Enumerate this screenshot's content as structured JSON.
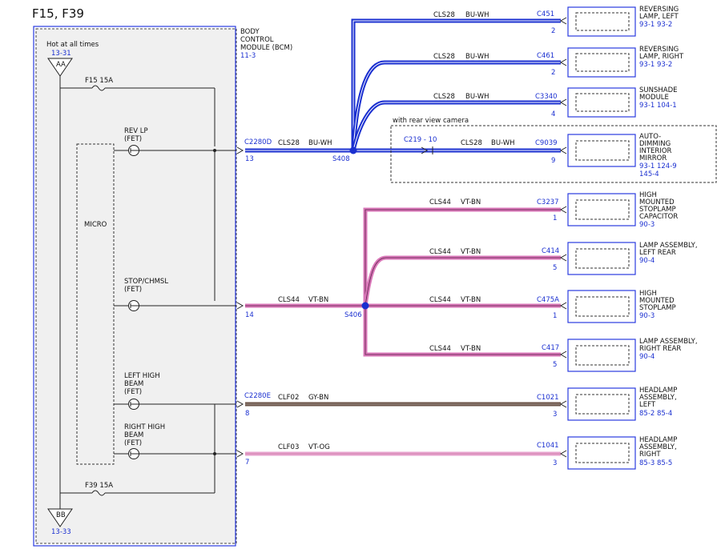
{
  "title": "F15, F39",
  "bcm": {
    "label_1": "BODY",
    "label_2": "CONTROL",
    "label_3": "MODULE (BCM)",
    "page": "11-3",
    "hot_label": "Hot at all times",
    "hot_ref": "13-31",
    "aa": "AA",
    "bb": "BB",
    "bb_ref": "13-33",
    "micro": "MICRO",
    "fuse_top": "F15  15A",
    "fuse_bottom": "F39  15A",
    "fet_rev_1": "REV LP",
    "fet_rev_2": "(FET)",
    "fet_stop_1": "STOP/CHMSL",
    "fet_stop_2": "(FET)",
    "fet_lh_1": "LEFT HIGH",
    "fet_lh_2": "BEAM",
    "fet_lh_3": "(FET)",
    "fet_rh_1": "RIGHT HIGH",
    "fet_rh_2": "BEAM",
    "fet_rh_3": "(FET)"
  },
  "connectors": {
    "c2280d": "C2280D",
    "c2280e": "C2280E",
    "pin13": "13",
    "pin14": "14",
    "pin8": "8",
    "pin7": "7"
  },
  "splices": {
    "s408": "S408",
    "s406": "S406"
  },
  "camera_box": {
    "label": "with rear view camera",
    "inline": "C219 - 10"
  },
  "circuits": [
    {
      "code": "CLS28",
      "color": "BU-WH"
    },
    {
      "code": "CLS44",
      "color": "VT-BN"
    },
    {
      "code": "CLF02",
      "color": "GY-BN"
    },
    {
      "code": "CLF03",
      "color": "VT-OG"
    }
  ],
  "components": [
    {
      "conn": "C451",
      "pin": "2",
      "lines": [
        "REVERSING",
        "LAMP, LEFT"
      ],
      "refs": "93-1   93-2",
      "refs2": ""
    },
    {
      "conn": "C461",
      "pin": "2",
      "lines": [
        "REVERSING",
        "LAMP, RIGHT"
      ],
      "refs": "93-1   93-2",
      "refs2": ""
    },
    {
      "conn": "C3340",
      "pin": "4",
      "lines": [
        "SUNSHADE",
        "MODULE"
      ],
      "refs": "93-1   104-1",
      "refs2": ""
    },
    {
      "conn": "C9039",
      "pin": "9",
      "lines": [
        "AUTO-",
        "DIMMING",
        "INTERIOR",
        "MIRROR"
      ],
      "refs": "93-1   124-9",
      "refs2": "145-4"
    },
    {
      "conn": "C3237",
      "pin": "1",
      "lines": [
        "HIGH",
        "MOUNTED",
        "STOPLAMP",
        "CAPACITOR"
      ],
      "refs": "90-3",
      "refs2": ""
    },
    {
      "conn": "C414",
      "pin": "5",
      "lines": [
        "LAMP ASSEMBLY,",
        "LEFT REAR"
      ],
      "refs": "90-4",
      "refs2": ""
    },
    {
      "conn": "C475A",
      "pin": "1",
      "lines": [
        "HIGH",
        "MOUNTED",
        "STOPLAMP"
      ],
      "refs": "90-3",
      "refs2": ""
    },
    {
      "conn": "C417",
      "pin": "5",
      "lines": [
        "LAMP ASSEMBLY,",
        "RIGHT REAR"
      ],
      "refs": "90-4",
      "refs2": ""
    },
    {
      "conn": "C1021",
      "pin": "3",
      "lines": [
        "HEADLAMP",
        "ASSEMBLY,",
        "LEFT"
      ],
      "refs": "85-2   85-4",
      "refs2": ""
    },
    {
      "conn": "C1041",
      "pin": "3",
      "lines": [
        "HEADLAMP",
        "ASSEMBLY,",
        "RIGHT"
      ],
      "refs": "85-3   85-5",
      "refs2": ""
    }
  ],
  "wire_colors": {
    "blue": "#1a2fd0",
    "violet": "#d977b8",
    "grey_brown": "#6b5347"
  }
}
